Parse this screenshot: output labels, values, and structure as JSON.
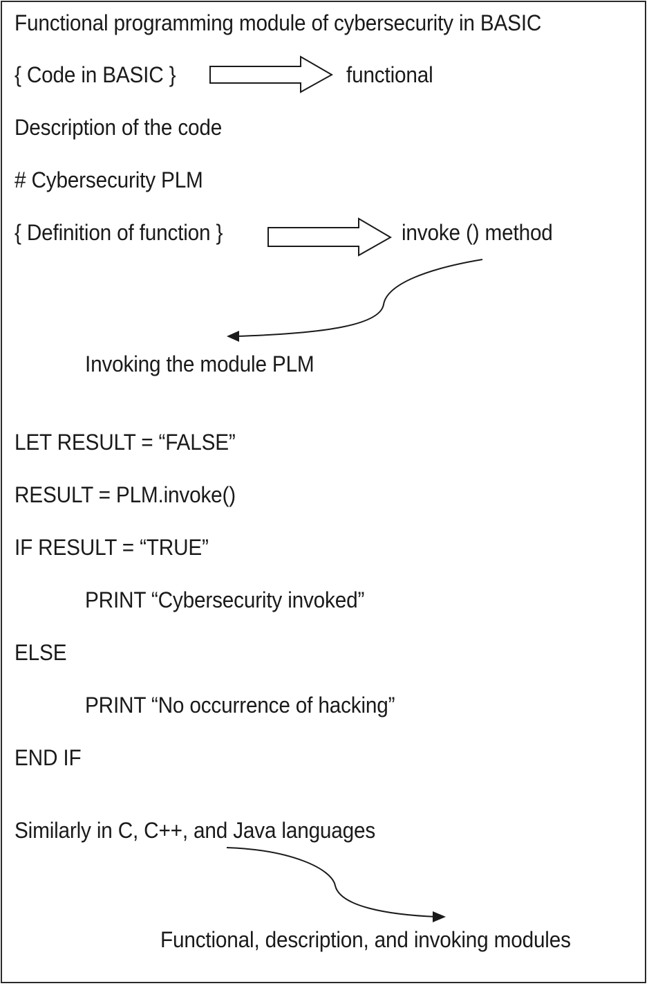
{
  "title": "Functional programming module of cybersecurity in BASIC",
  "row_code": {
    "label": "{ Code in BASIC }",
    "target": "functional"
  },
  "description": "Description of the code",
  "comment": "# Cybersecurity PLM",
  "row_definition": {
    "label": "{ Definition of function }",
    "target": "invoke () method"
  },
  "invoking_label": "Invoking the module PLM",
  "code_lines": [
    "LET RESULT = “FALSE”",
    "RESULT = PLM.invoke()",
    "IF RESULT = “TRUE”",
    "PRINT “Cybersecurity invoked”",
    "ELSE",
    "PRINT “No occurrence of hacking”",
    "END IF"
  ],
  "similarly": "Similarly in C, C++, and Java languages",
  "conclusion": "Functional, description, and invoking modules",
  "colors": {
    "ink": "#1a1a1a",
    "border": "#2a2a2a",
    "background": "#ffffff"
  }
}
